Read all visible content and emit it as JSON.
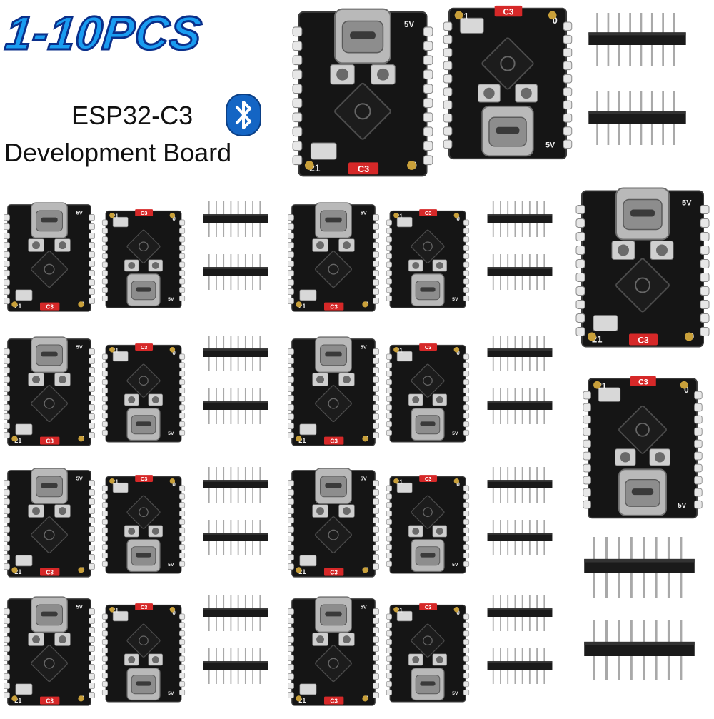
{
  "header": {
    "title": "1-10PCS",
    "product_name": "ESP32-C3",
    "product_type": "Development Board",
    "bluetooth_icon": "bluetooth-icon"
  },
  "board_labels": {
    "pin_21": "21",
    "pin_0": "0",
    "chip": "C3",
    "voltage": "5V"
  },
  "colors": {
    "title_fill": "#1a9cf0",
    "title_outline": "#0b2f8a",
    "board": "#141414",
    "chip_label": "#d62828",
    "bluetooth": "#1465c4"
  }
}
